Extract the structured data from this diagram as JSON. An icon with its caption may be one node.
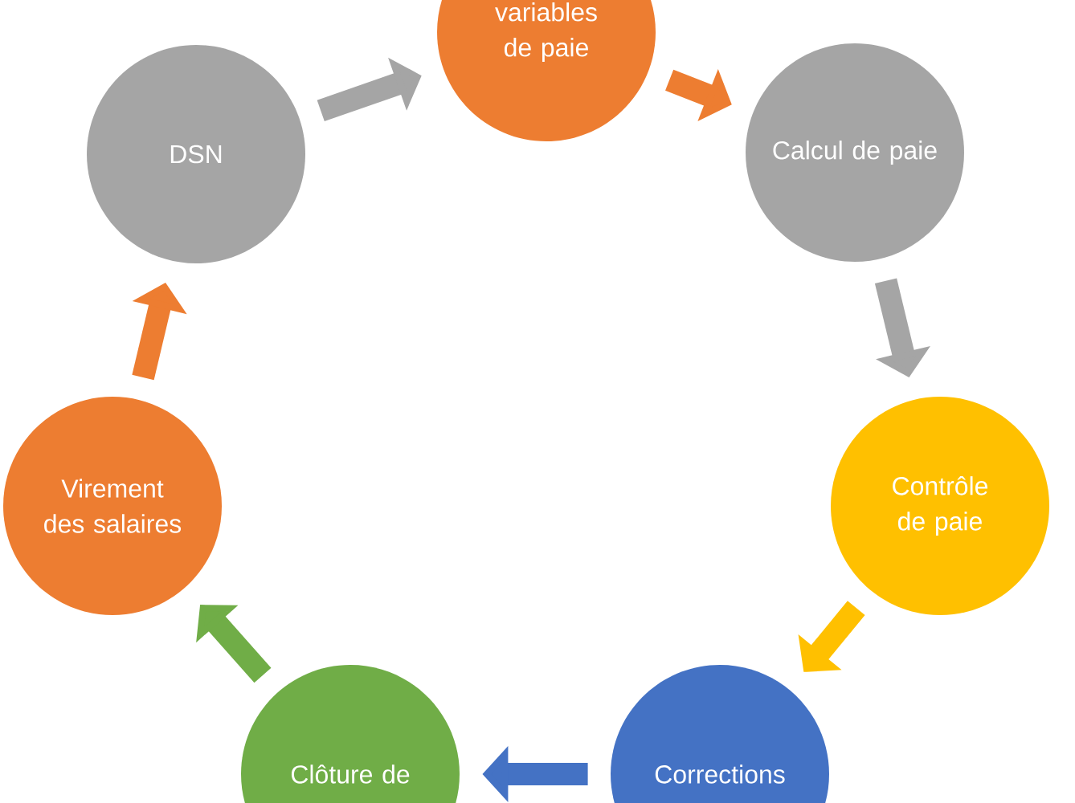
{
  "diagram": {
    "nodes": [
      {
        "text": [
          "variables de paie"
        ]
      },
      {
        "text": [
          "Calcul de paie"
        ]
      },
      {
        "text": [
          "Contrôle de paie"
        ]
      },
      {
        "text": [
          "Corrections"
        ]
      },
      {
        "text": [
          "Clôture de"
        ]
      },
      {
        "text": [
          "Virement des salaires"
        ]
      },
      {
        "text": [
          "DSN"
        ]
      }
    ],
    "edges": [
      {
        "from": 6,
        "to": 0,
        "arrow": "to",
        "color": "#a5a5a5"
      },
      {
        "from": 0,
        "to": 1,
        "arrow": "to",
        "color": "#ed7d31"
      },
      {
        "from": 1,
        "to": 2,
        "arrow": "to",
        "color": "#a5a5a5"
      },
      {
        "from": 2,
        "to": 3,
        "arrow": "to",
        "color": "#ffc000"
      },
      {
        "from": 3,
        "to": 4,
        "arrow": "to",
        "color": "#4472c4"
      },
      {
        "from": 4,
        "to": 5,
        "arrow": "to",
        "color": "#70ad47"
      },
      {
        "from": 5,
        "to": 6,
        "arrow": "to",
        "color": "#ed7d31"
      }
    ]
  }
}
